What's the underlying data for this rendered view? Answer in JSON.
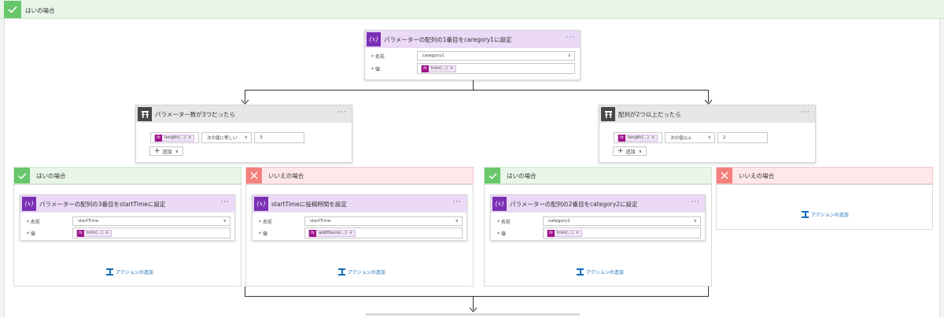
{
  "outer": {
    "title": "はいの場合"
  },
  "top_action": {
    "title": "パラメーターの配列の1番目をcaregory1に設定",
    "name_label": "* 名前",
    "name_value": "category1",
    "value_label": "* 値",
    "value_token": "trim(...)"
  },
  "cond_left": {
    "title": "パラメーター数が3つだったら",
    "token": "length(...)",
    "operator": "次の値に等しい",
    "value": "3",
    "add_label": "追加"
  },
  "cond_right": {
    "title": "配列が2つ以上だったら",
    "token": "length(...)",
    "operator": "次の値以上",
    "value": "2",
    "add_label": "追加"
  },
  "branches": {
    "ll": {
      "title": "はいの場合",
      "action_title": "パラメーターの配列の3番目をstartTimeに設定",
      "name_label": "* 名前",
      "name_value": "startTime",
      "value_label": "* 値",
      "value_token": "trim(...)",
      "add_action": "アクションの追加"
    },
    "lr": {
      "title": "いいえの場合",
      "action_title": "startTimeに投稿時間を設定",
      "name_label": "* 名前",
      "name_value": "startTime",
      "value_label": "* 値",
      "value_token": "addHours(...)",
      "add_action": "アクションの追加"
    },
    "rl": {
      "title": "はいの場合",
      "action_title": "パラメーターの配列の2番目をcategory2に設定",
      "name_label": "* 名前",
      "name_value": "category2",
      "value_label": "* 値",
      "value_token": "trim(...)",
      "add_action": "アクションの追加"
    },
    "rr": {
      "title": "いいえの場合",
      "add_action": "アクションの追加"
    }
  },
  "icons": {
    "variable": "variable-icon",
    "condition": "condition-icon",
    "yes": "check-icon",
    "no": "close-icon",
    "function": "fx-icon"
  },
  "colors": {
    "yes_bg": "#e9f5e9",
    "no_bg": "#fde7e9",
    "var_header": "#ebd9f5",
    "accent": "#0f6cbd"
  }
}
